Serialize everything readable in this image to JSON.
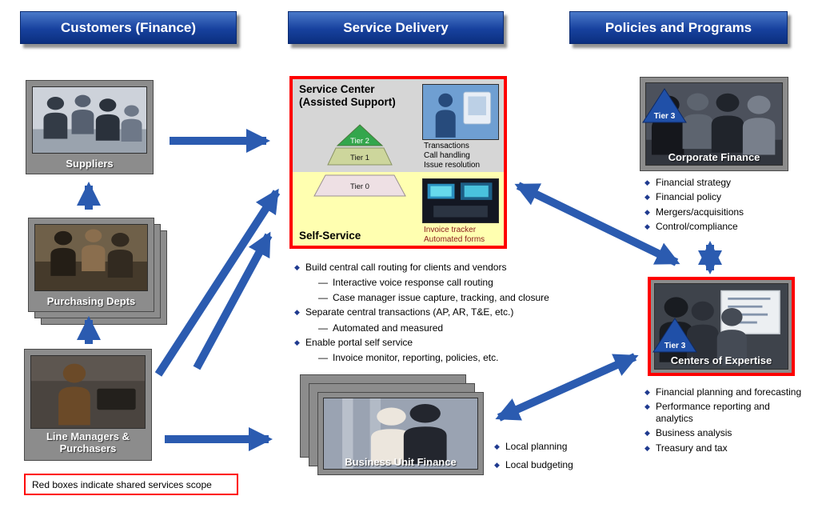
{
  "colors": {
    "header_blue": "#17419e",
    "arrow_blue": "#2b5bb0",
    "scope_red": "#fe0000",
    "bullet_navy": "#1f3a8f",
    "box_gray": "#8c8c8c",
    "self_service_yellow": "#ffffb0",
    "tier2_green": "#33a64c",
    "tier1_olive": "#cdd69c",
    "tier0_pink": "#eee0e4",
    "tier3_blue": "#2050a8",
    "caption_maroon": "#8b1a1a"
  },
  "headers": {
    "customers": "Customers (Finance)",
    "service_delivery": "Service Delivery",
    "policies": "Policies and Programs"
  },
  "customers": {
    "suppliers": "Suppliers",
    "purchasing": "Purchasing Depts",
    "line_managers": "Line Managers & Purchasers",
    "legend": "Red boxes indicate shared services scope"
  },
  "service_center": {
    "title_line1": "Service Center",
    "title_line2": "(Assisted Support)",
    "tier2": "Tier 2",
    "tier1": "Tier 1",
    "tier0": "Tier 0",
    "assisted_caption": [
      "Transactions",
      "Call handling",
      "Issue resolution"
    ],
    "self_service_label": "Self-Service",
    "self_caption": [
      "Invoice tracker",
      "Automated forms"
    ]
  },
  "delivery_bullets": [
    {
      "level": 1,
      "text": "Build central call routing for clients and vendors"
    },
    {
      "level": 2,
      "text": "Interactive voice response call routing"
    },
    {
      "level": 2,
      "text": "Case manager issue capture, tracking, and closure"
    },
    {
      "level": 1,
      "text": "Separate central transactions (AP, AR, T&E, etc.)"
    },
    {
      "level": 2,
      "text": "Automated and measured"
    },
    {
      "level": 1,
      "text": "Enable portal self service"
    },
    {
      "level": 2,
      "text": "Invoice monitor, reporting, policies, etc."
    }
  ],
  "business_unit": {
    "label": "Business Unit Finance",
    "bullets": [
      "Local planning",
      "Local budgeting"
    ]
  },
  "corporate_finance": {
    "label": "Corporate Finance",
    "tier": "Tier 3",
    "bullets": [
      "Financial strategy",
      "Financial policy",
      "Mergers/acquisitions",
      "Control/compliance"
    ]
  },
  "centers_of_expertise": {
    "label": "Centers of Expertise",
    "tier": "Tier 3",
    "bullets": [
      "Financial planning and forecasting",
      "Performance reporting and analytics",
      "Business analysis",
      "Treasury and tax"
    ]
  }
}
